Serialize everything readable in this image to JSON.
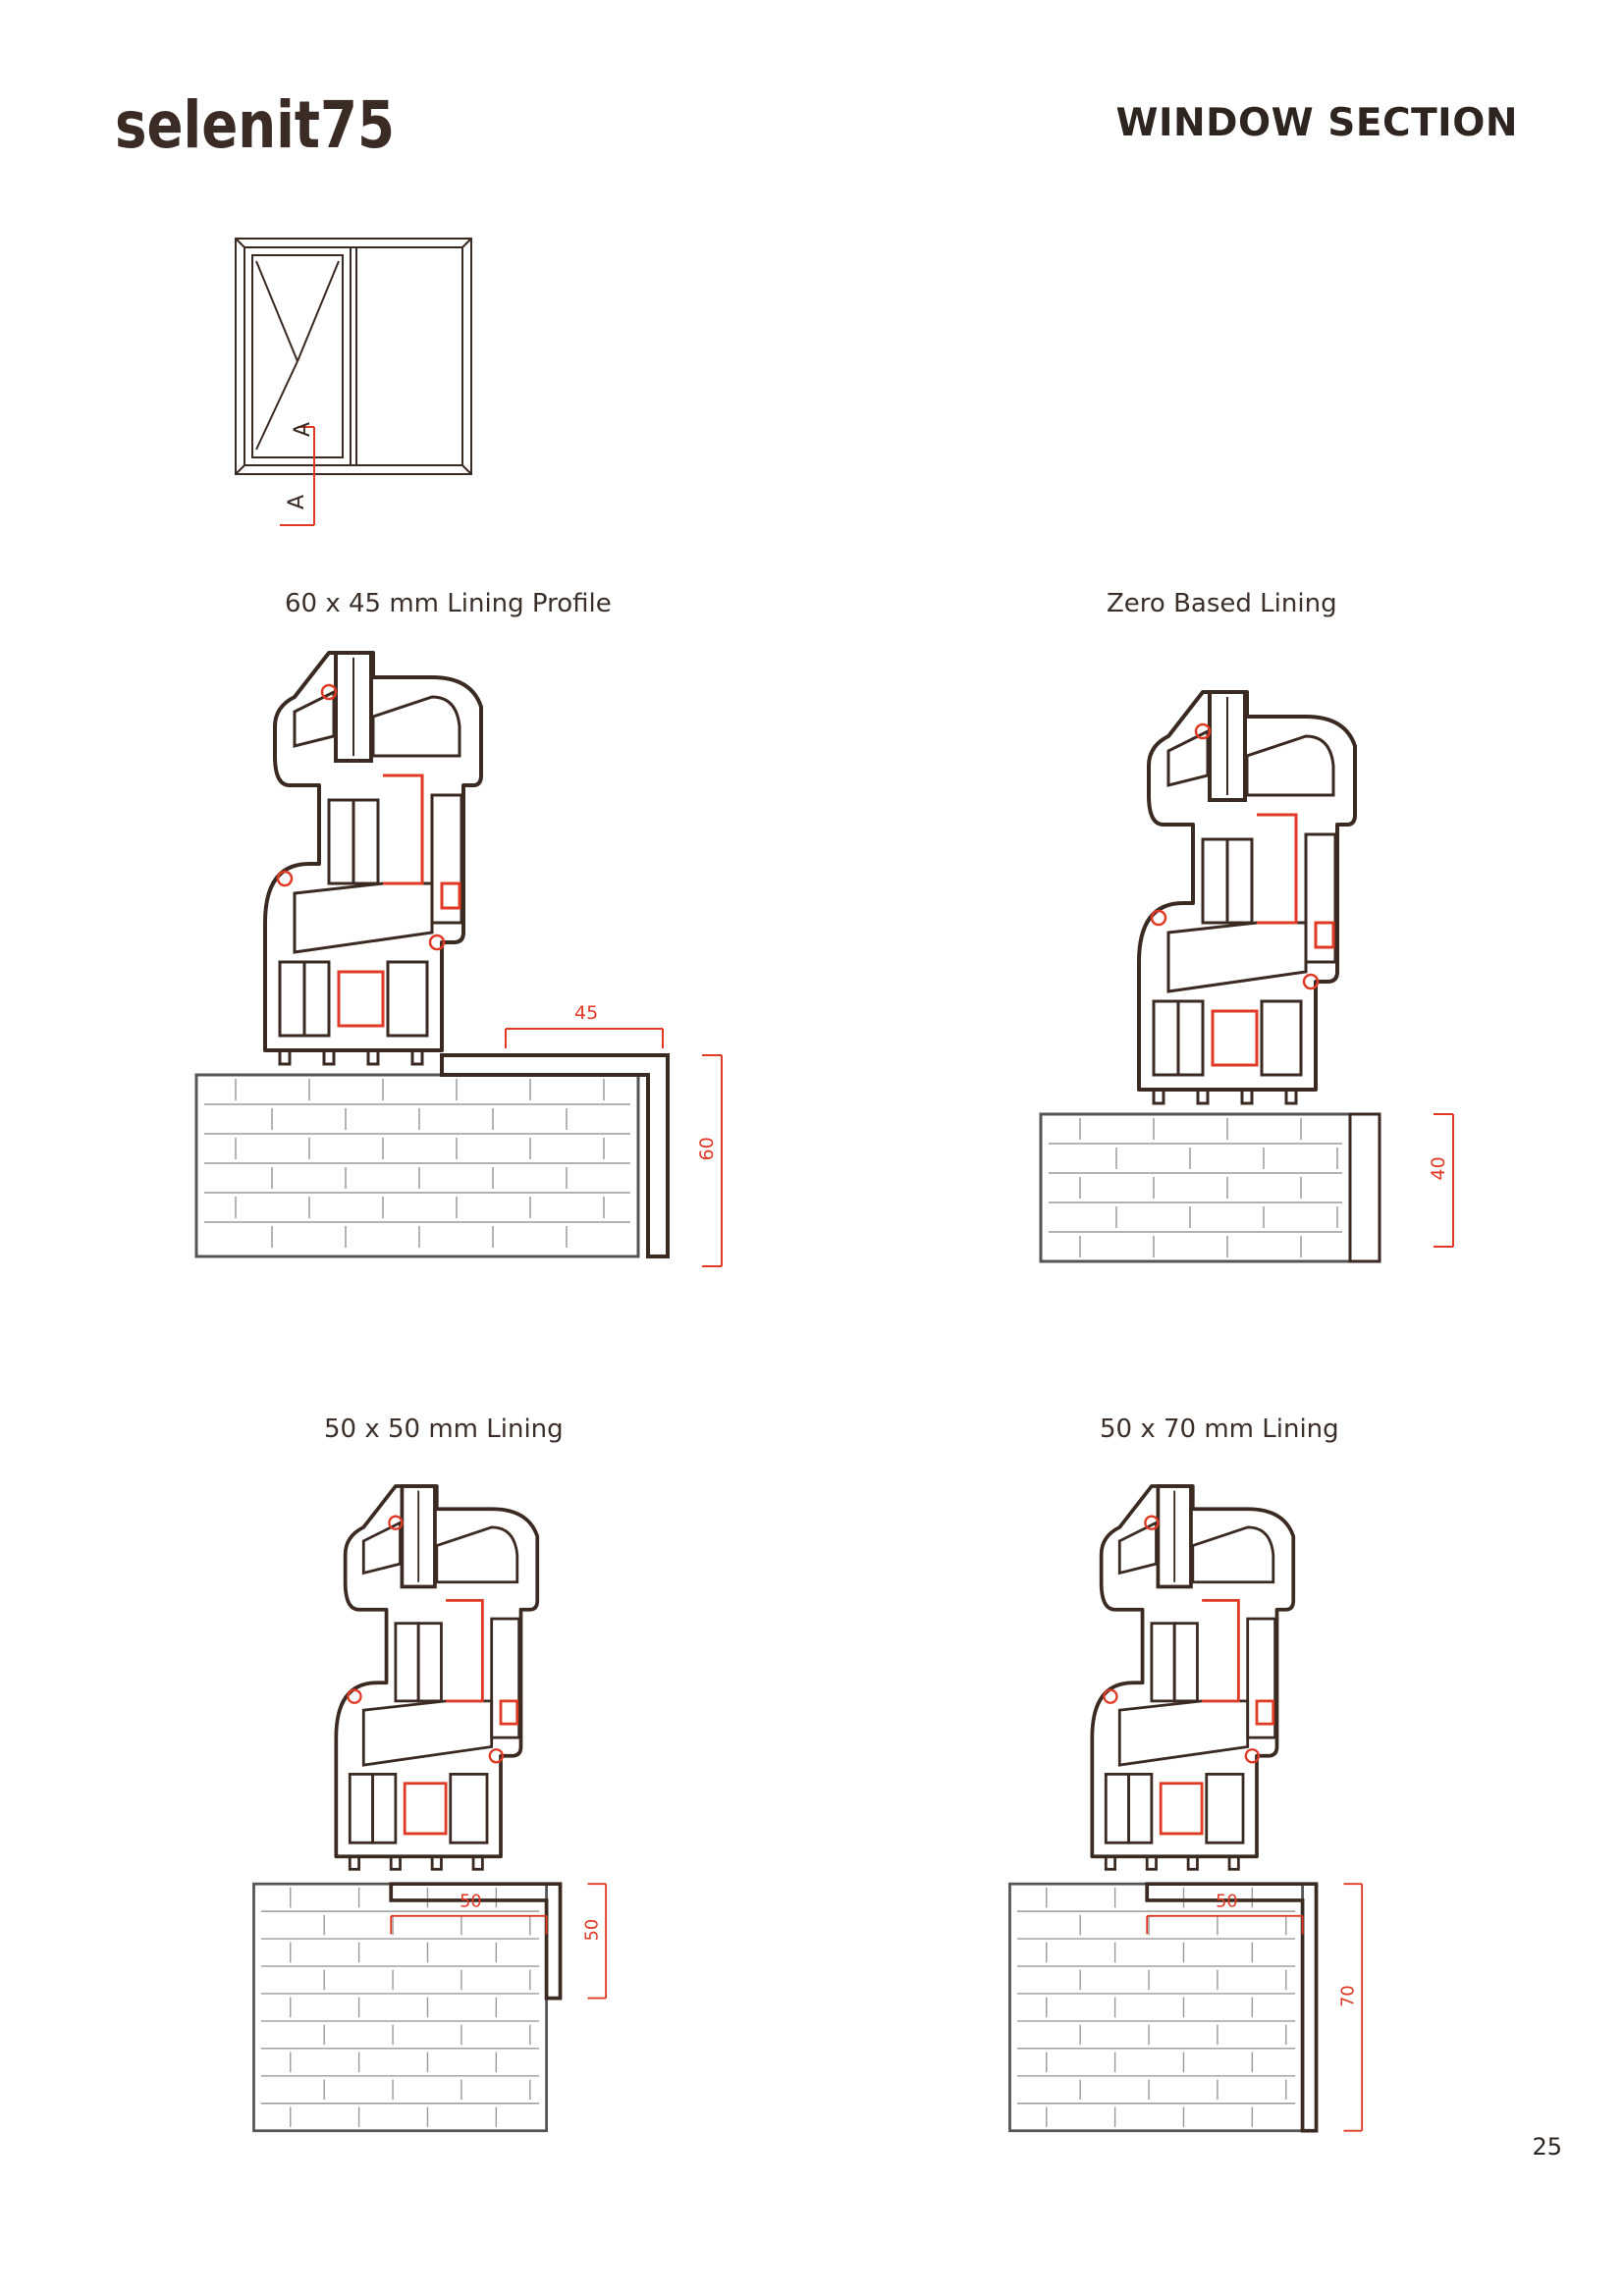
{
  "header": {
    "logo": "selenit75",
    "title": "WINDOW SECTION"
  },
  "key_diagram": {
    "section_marker": "A"
  },
  "sections": [
    {
      "caption": "60 x 45 mm Lining Profile",
      "dims": {
        "width": "45",
        "height": "60"
      }
    },
    {
      "caption": "Zero Based Lining",
      "dims": {
        "width": "",
        "height": "40"
      }
    },
    {
      "caption": "50 x 50 mm Lining",
      "dims": {
        "width": "50",
        "height": "50"
      }
    },
    {
      "caption": "50 x 70 mm Lining",
      "dims": {
        "width": "50",
        "height": "70"
      }
    }
  ],
  "footer": {
    "page_number": "25"
  },
  "colors": {
    "outline": "#3a2a22",
    "accent": "#e03a24",
    "brick": "#9a9a9a"
  }
}
